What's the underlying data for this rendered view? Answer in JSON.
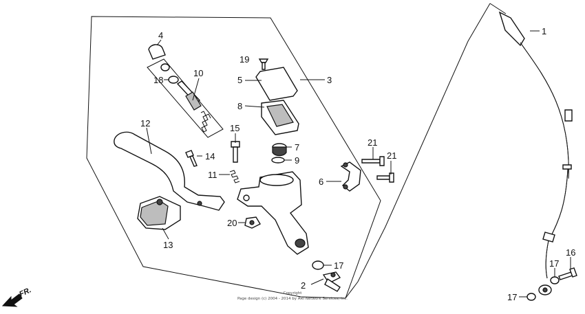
{
  "callouts": [
    {
      "id": "c1",
      "text": "1"
    },
    {
      "id": "c2",
      "text": "2"
    },
    {
      "id": "c3",
      "text": "3"
    },
    {
      "id": "c4",
      "text": "4"
    },
    {
      "id": "c5",
      "text": "5"
    },
    {
      "id": "c6",
      "text": "6"
    },
    {
      "id": "c7",
      "text": "7"
    },
    {
      "id": "c8",
      "text": "8"
    },
    {
      "id": "c9",
      "text": "9"
    },
    {
      "id": "c10",
      "text": "10"
    },
    {
      "id": "c11",
      "text": "11"
    },
    {
      "id": "c12",
      "text": "12"
    },
    {
      "id": "c13",
      "text": "13"
    },
    {
      "id": "c14",
      "text": "14"
    },
    {
      "id": "c15",
      "text": "15"
    },
    {
      "id": "c16",
      "text": "16"
    },
    {
      "id": "c17a",
      "text": "17"
    },
    {
      "id": "c17b",
      "text": "17"
    },
    {
      "id": "c17c",
      "text": "17"
    },
    {
      "id": "c18",
      "text": "18"
    },
    {
      "id": "c19",
      "text": "19"
    },
    {
      "id": "c20",
      "text": "20"
    },
    {
      "id": "c21a",
      "text": "21"
    },
    {
      "id": "c21b",
      "text": "21"
    }
  ],
  "direction_label": "FR.",
  "copyright": {
    "line1": "Copyright",
    "line2": "Page design (c) 2004 - 2014 by ARI Network Services, Inc."
  }
}
